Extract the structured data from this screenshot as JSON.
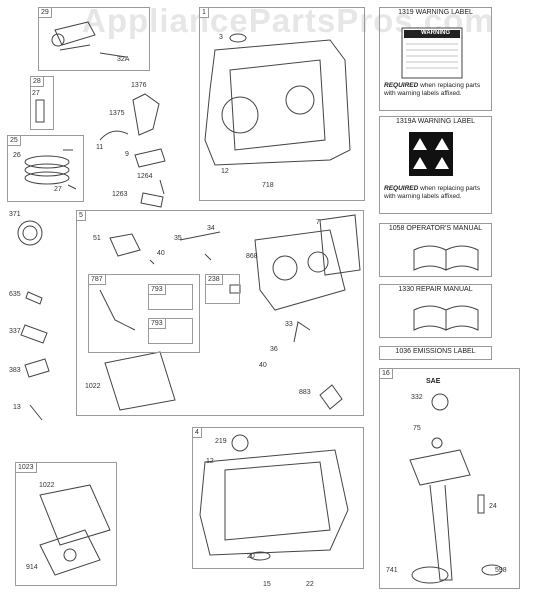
{
  "watermark": "AppliancePartsPros.com",
  "groups": {
    "g29": "29",
    "g28": "28",
    "g25": "25",
    "g1": "1",
    "g5": "5",
    "g787": "787",
    "g238": "238",
    "g793a": "793",
    "g793b": "793",
    "g4": "4",
    "g1023": "1023",
    "g16": "16",
    "g3": "3"
  },
  "parts": {
    "p32a": "32A",
    "p27a": "27",
    "p26": "26",
    "p27b": "27",
    "p1376": "1376",
    "p1375": "1375",
    "p11": "11",
    "p9": "9",
    "p1264": "1264",
    "p1263": "1263",
    "p12a": "12",
    "p718": "718",
    "p371": "371",
    "p635": "635",
    "p337": "337",
    "p383": "383",
    "p13": "13",
    "p51": "51",
    "p35": "35",
    "p34": "34",
    "p7": "7",
    "p40a": "40",
    "p868": "868",
    "p33": "33",
    "p36": "36",
    "p40b": "40",
    "p1022a": "1022",
    "p883": "883",
    "p219": "219",
    "p12b": "12",
    "p20": "20",
    "p15": "15",
    "p22": "22",
    "p1022b": "1022",
    "p914": "914",
    "p332": "332",
    "p75": "75",
    "p24": "24",
    "p741": "741",
    "p598": "598"
  },
  "right_panel": {
    "warn1_title": "1319 WARNING LABEL",
    "warn1_label": "WARNING",
    "warn1_req": "REQUIRED",
    "warn1_body": " when replacing parts with warning labels affixed.",
    "warn2_title": "1319A WARNING LABEL",
    "warn2_req": "REQUIRED",
    "warn2_body": " when replacing parts with warning labels affixed.",
    "manual1": "1058 OPERATOR'S MANUAL",
    "manual2": "1330 REPAIR MANUAL",
    "emissions": "1036 EMISSIONS LABEL",
    "sae": "SAE"
  }
}
